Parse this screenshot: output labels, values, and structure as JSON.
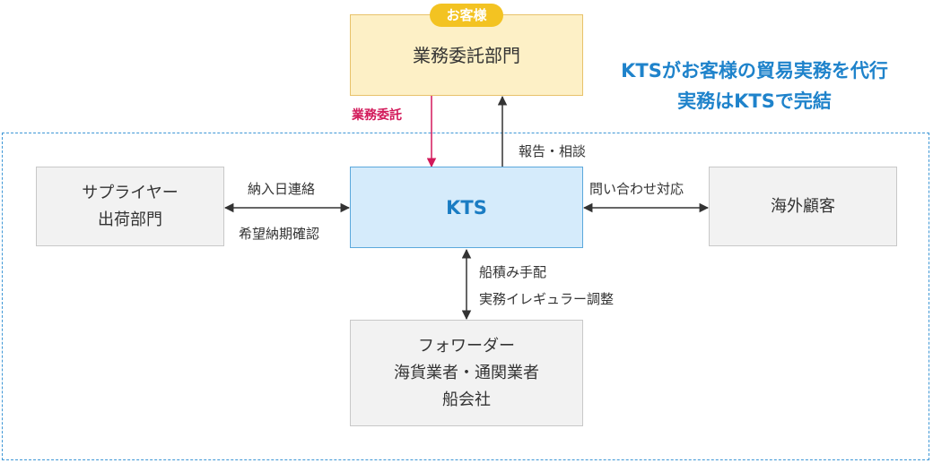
{
  "client": {
    "badge": "お客様",
    "title": "業務委託部門"
  },
  "headline": {
    "line1": "KTSがお客様の貿易実務を代行",
    "line2": "実務はKTSで完結"
  },
  "kts": {
    "title": "KTS"
  },
  "supplier": {
    "line1": "サプライヤー",
    "line2": "出荷部門"
  },
  "overseas_customer": {
    "title": "海外顧客"
  },
  "forwarder": {
    "line1": "フォワーダー",
    "line2": "海貨業者・通関業者",
    "line3": "船会社"
  },
  "edges": {
    "outsourcing": "業務委託",
    "report": "報告・相談",
    "supplier_top": "納入日連絡",
    "supplier_bottom": "希望納期確認",
    "customer_inquiry": "問い合わせ対応",
    "forwarder_1": "船積み手配",
    "forwarder_2": "実務イレギュラー調整"
  },
  "colors": {
    "accent_blue": "#1f83cb",
    "outsourcing_red": "#d2195a",
    "badge_yellow": "#f3c322",
    "client_fill": "#fdf0c6",
    "kts_fill": "#d5ebfb",
    "node_gray": "#f2f2f2"
  }
}
